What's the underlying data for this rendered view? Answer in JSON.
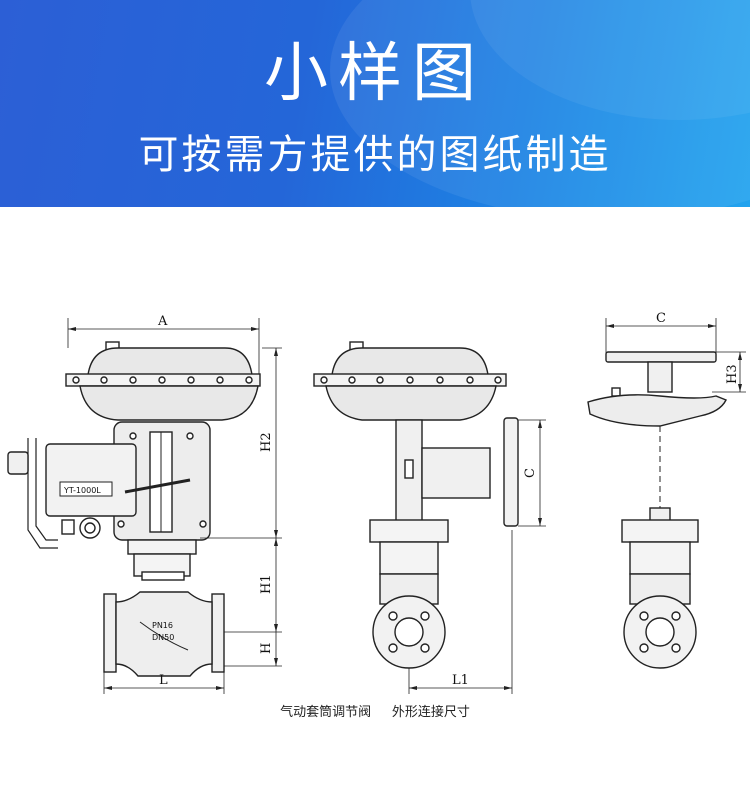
{
  "banner": {
    "title": "小样图",
    "subtitle": "可按需方提供的图纸制造",
    "colors": {
      "gradient_start": "#2c5fd6",
      "gradient_end": "#22a3ee",
      "text": "#ffffff"
    }
  },
  "drawing": {
    "labels": {
      "dim_a": "A",
      "dim_h2": "H2",
      "dim_h1": "H1",
      "dim_h": "H",
      "dim_l": "L",
      "dim_l1": "L1",
      "dim_c_side": "C",
      "dim_c_top": "C",
      "dim_h3": "H3",
      "positioner": "YT-1000L",
      "pressure": "PN16",
      "size": "DN50"
    }
  },
  "caption": {
    "left": "气动套筒调节阀",
    "right": "外形连接尺寸"
  }
}
